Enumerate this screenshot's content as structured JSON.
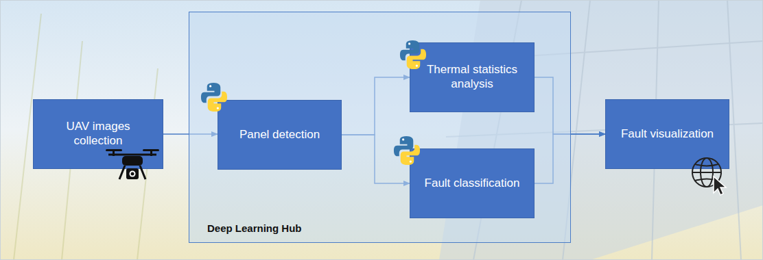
{
  "diagram": {
    "nodes": [
      {
        "text": [
          "UAV images collection"
        ]
      },
      {
        "text": [
          "Deep Learning Hub"
        ]
      },
      {
        "text": [
          "Panel detection"
        ],
        "in": 1
      },
      {
        "text": [
          "Thermal statistics analysis"
        ],
        "in": 1
      },
      {
        "text": [
          "Fault classification"
        ],
        "in": 1
      },
      {
        "text": [
          "Fault visualization"
        ]
      }
    ],
    "edges": [
      {
        "from": 0,
        "to": 2,
        "arrow": "to"
      },
      {
        "from": 2,
        "to": 3,
        "arrow": "to"
      },
      {
        "from": 2,
        "to": 4,
        "arrow": "to"
      },
      {
        "from": 3,
        "to": 5,
        "arrow": "to"
      },
      {
        "from": 4,
        "to": 5,
        "arrow": "to"
      }
    ]
  }
}
